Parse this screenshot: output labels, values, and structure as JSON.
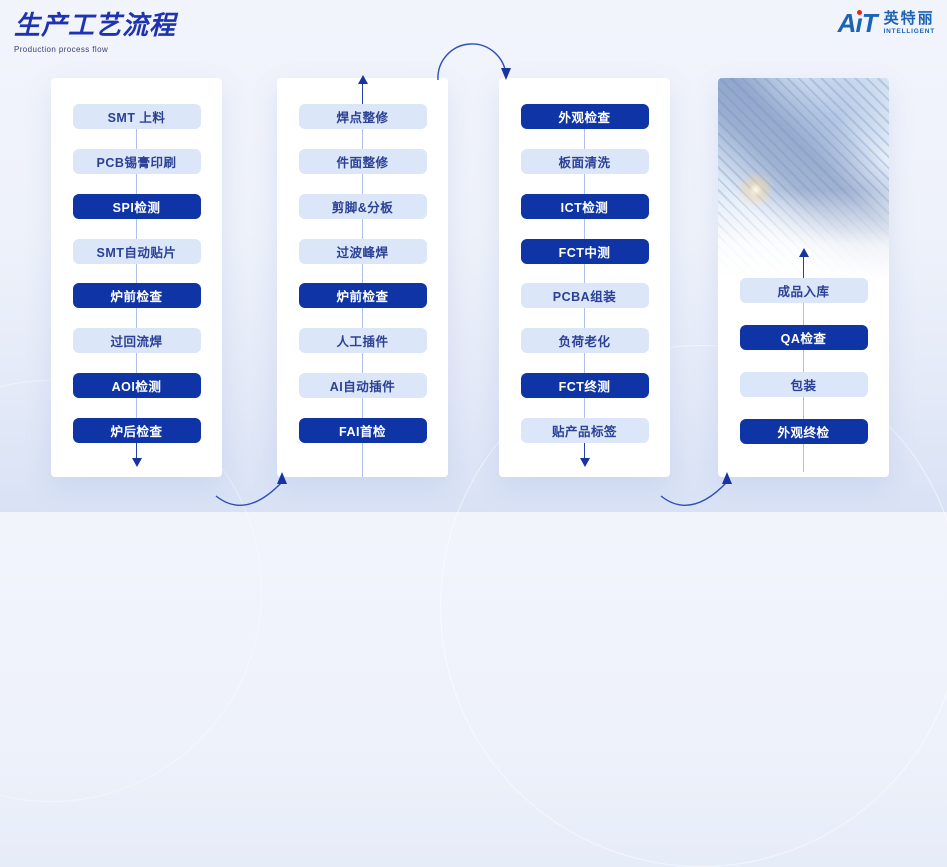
{
  "header": {
    "title": "生产工艺流程",
    "subtitle": "Production process flow"
  },
  "logo": {
    "wordmark": "AiT",
    "wordmark_parts": {
      "a": "A",
      "i": "ı",
      "t": "T"
    },
    "brand_cn": "英特丽",
    "brand_en": "INTELLIGENT"
  },
  "colors": {
    "title_blue": "#1e33b2",
    "dark_button_bg": "#0e34a6",
    "dark_button_text": "#ffffff",
    "light_button_bg": "#dbe6f8",
    "light_button_text": "#2b4196",
    "connector_line": "#aebfe8",
    "arrow_navy": "#16339e",
    "logo_blue": "#1b63b5",
    "logo_dot_red": "#e02a1e",
    "card_bg": "#ffffff"
  },
  "columns": [
    {
      "id": "column-1",
      "flow_direction": "down",
      "steps": [
        {
          "label": "SMT 上料",
          "variant": "light"
        },
        {
          "label": "PCB锡膏印刷",
          "variant": "light"
        },
        {
          "label": "SPI检测",
          "variant": "dark"
        },
        {
          "label": "SMT自动贴片",
          "variant": "light"
        },
        {
          "label": "炉前检查",
          "variant": "dark"
        },
        {
          "label": "过回流焊",
          "variant": "light"
        },
        {
          "label": "AOI检测",
          "variant": "dark"
        },
        {
          "label": "炉后检查",
          "variant": "dark"
        }
      ]
    },
    {
      "id": "column-2",
      "flow_direction": "up",
      "steps": [
        {
          "label": "焊点整修",
          "variant": "light"
        },
        {
          "label": "件面整修",
          "variant": "light"
        },
        {
          "label": "剪脚&分板",
          "variant": "light"
        },
        {
          "label": "过波峰焊",
          "variant": "light"
        },
        {
          "label": "炉前检查",
          "variant": "dark"
        },
        {
          "label": "人工插件",
          "variant": "light"
        },
        {
          "label": "AI自动插件",
          "variant": "light"
        },
        {
          "label": "FAI首检",
          "variant": "dark"
        }
      ]
    },
    {
      "id": "column-3",
      "flow_direction": "down",
      "steps": [
        {
          "label": "外观检查",
          "variant": "dark"
        },
        {
          "label": "板面清洗",
          "variant": "light"
        },
        {
          "label": "ICT检测",
          "variant": "dark"
        },
        {
          "label": "FCT中测",
          "variant": "dark"
        },
        {
          "label": "PCBA组装",
          "variant": "light"
        },
        {
          "label": "负荷老化",
          "variant": "light"
        },
        {
          "label": "FCT终测",
          "variant": "dark"
        },
        {
          "label": "贴产品标签",
          "variant": "light"
        }
      ]
    },
    {
      "id": "column-4",
      "flow_direction": "up",
      "image": "pcb-circuit-board-photo",
      "steps": [
        {
          "label": "成品入库",
          "variant": "light"
        },
        {
          "label": "QA检查",
          "variant": "dark"
        },
        {
          "label": "包装",
          "variant": "light"
        },
        {
          "label": "外观终检",
          "variant": "dark"
        }
      ]
    }
  ]
}
